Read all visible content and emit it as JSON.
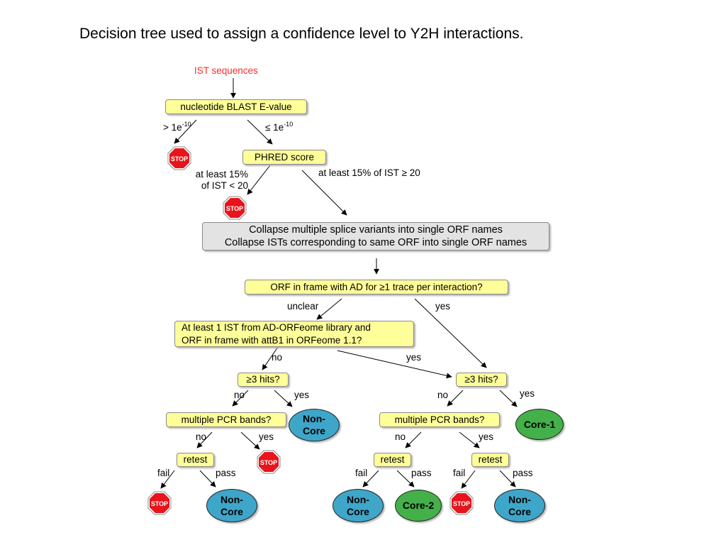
{
  "title": "Decision tree used to assign a confidence level to Y2H interactions.",
  "start_label": "IST sequences",
  "nodes": {
    "blast": "nucleotide BLAST E-value",
    "phred": "PHRED score",
    "collapse_line1": "Collapse multiple splice variants into single ORF names",
    "collapse_line2": "Collapse ISTs corresponding to same ORF into single ORF names",
    "orf_frame": "ORF in frame with AD for ≥1 trace per interaction?",
    "atleast_line1": "At least 1 IST from AD-ORFeome library and",
    "atleast_line2": "ORF in frame with attB1 in ORFeome 1.1?",
    "hits_left": "≥3 hits?",
    "hits_right": "≥3 hits?",
    "pcr_left": "multiple PCR bands?",
    "pcr_right": "multiple PCR bands?",
    "retest_left": "retest",
    "retest_mid": "retest",
    "retest_right": "retest"
  },
  "outcomes": {
    "noncore_a_1": "Non-",
    "noncore_a_2": "Core",
    "noncore_b_1": "Non-",
    "noncore_b_2": "Core",
    "noncore_c_1": "Non-",
    "noncore_c_2": "Core",
    "noncore_d_1": "Non-",
    "noncore_d_2": "Core",
    "core1": "Core-1",
    "core2": "Core-2",
    "stop": "STOP"
  },
  "edge_labels": {
    "blast_gt_prefix": "> 1e",
    "blast_gt_exp": "-10",
    "blast_le_prefix": "≤ 1e",
    "blast_le_exp": "-10",
    "phred_low_line1": "at least 15%",
    "phred_low_line2": "of IST < 20",
    "phred_high": "at least 15% of IST ≥ 20",
    "unclear": "unclear",
    "yes_orf": "yes",
    "no_atleast": "no",
    "yes_atleast": "yes",
    "no_hits_left": "no",
    "yes_hits_left": "yes",
    "no_hits_right": "no",
    "yes_hits_right": "yes",
    "no_pcr_left": "no",
    "yes_pcr_left": "yes",
    "no_pcr_right": "no",
    "yes_pcr_right": "yes",
    "fail_left": "fail",
    "pass_left": "pass",
    "fail_mid": "fail",
    "pass_mid": "pass",
    "fail_right": "fail",
    "pass_right": "pass"
  },
  "colors": {
    "decision_fill": "#ffff99",
    "process_fill": "#e3e3e3",
    "noncore_fill": "#3ea6c9",
    "core_fill": "#44b049",
    "stop_fill": "#e8141b",
    "start_text": "#ff2a2a"
  }
}
